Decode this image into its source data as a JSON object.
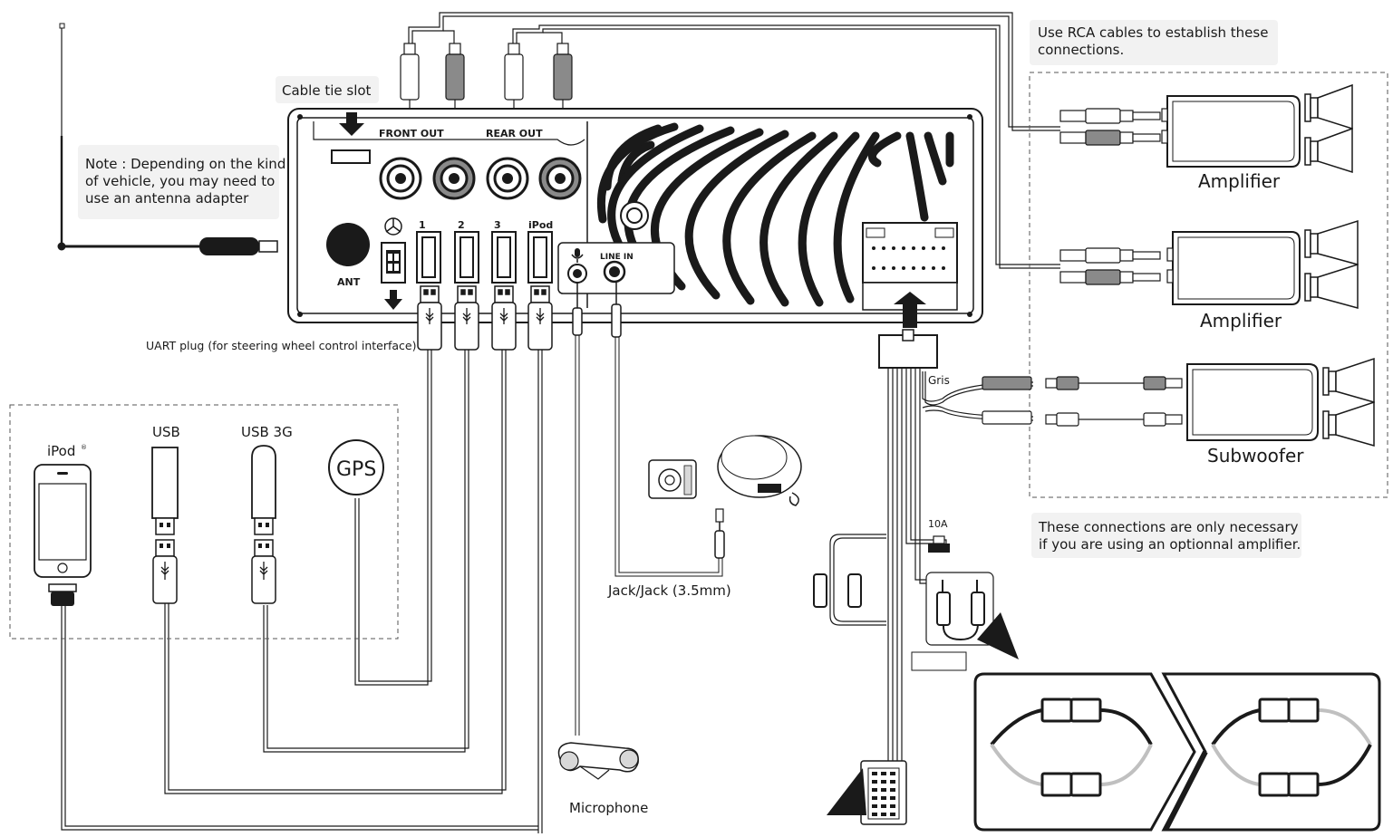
{
  "notes": {
    "rca": [
      "Use RCA cables to establish these",
      "connections."
    ],
    "antenna": [
      "Note : Depending on the kind",
      "of vehicle, you may need to",
      "use an antenna adapter"
    ],
    "amp_optional": [
      "These connections are only necessary",
      "if you are using an optionnal amplifier."
    ]
  },
  "labels": {
    "cable_tie": "Cable tie slot",
    "front_out": "FRONT  OUT",
    "rear_out": "REAR  OUT",
    "ant": "ANT",
    "usb1": "1",
    "usb2": "2",
    "usb3": "3",
    "ipod_port": "iPod",
    "line_in": "LINE IN",
    "uart": "UART plug (for steering wheel control interface)",
    "ipod": "iPod",
    "reg": "®",
    "usb": "USB",
    "usb3g": "USB 3G",
    "gps": "GPS",
    "jack": "Jack/Jack (3.5mm)",
    "microphone": "Microphone",
    "amplifier1": "Amplifier",
    "amplifier2": "Amplifier",
    "subwoofer": "Subwoofer",
    "gris": "Gris",
    "fuse": "10A"
  },
  "colors": {
    "line": "#1a1a1a",
    "note_bg": "#f2f2f2",
    "red_plug": "#8a8a8a",
    "white_plug": "#ffffff"
  }
}
